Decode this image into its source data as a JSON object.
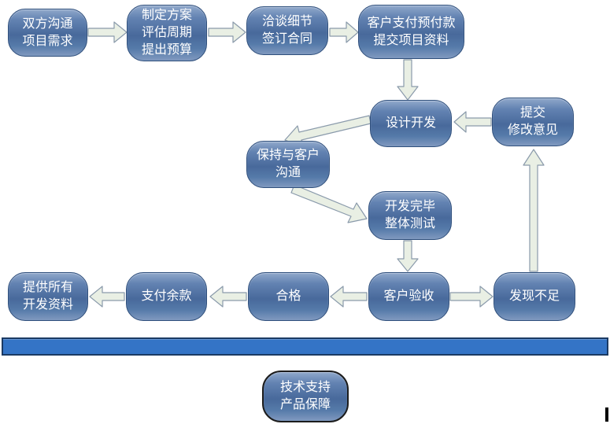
{
  "nodes": {
    "requirements": "双方沟通\n项目需求",
    "plan": "制定方案\n评估周期\n提出预算",
    "negotiate": "洽谈细节\n签订合同",
    "prepay": "客户支付预付款\n提交项目资料",
    "design": "设计开发",
    "feedback": "提交\n修改意见",
    "communicate": "保持与客户\n沟通",
    "testing": "开发完毕\n整体测试",
    "deliver": "提供所有\n开发资料",
    "balance": "支付余款",
    "qualified": "合格",
    "acceptance": "客户验收",
    "deficiency": "发现不足",
    "support": "技术支持\n产品保障"
  },
  "edges": [
    {
      "from": "requirements",
      "to": "plan"
    },
    {
      "from": "plan",
      "to": "negotiate"
    },
    {
      "from": "negotiate",
      "to": "prepay"
    },
    {
      "from": "prepay",
      "to": "design"
    },
    {
      "from": "feedback",
      "to": "design"
    },
    {
      "from": "design",
      "to": "communicate"
    },
    {
      "from": "communicate",
      "to": "testing"
    },
    {
      "from": "testing",
      "to": "acceptance"
    },
    {
      "from": "acceptance",
      "to": "qualified"
    },
    {
      "from": "qualified",
      "to": "balance"
    },
    {
      "from": "balance",
      "to": "deliver"
    },
    {
      "from": "acceptance",
      "to": "deficiency"
    },
    {
      "from": "deficiency",
      "to": "feedback"
    }
  ],
  "theme": {
    "node-border": "#2f4f7c",
    "arrow-fill": "#e9efe4",
    "arrow-stroke": "#8a9aab",
    "bar-fill": "#3474c6",
    "bar-border": "#1b3a63",
    "text-color": "#ffffff"
  }
}
